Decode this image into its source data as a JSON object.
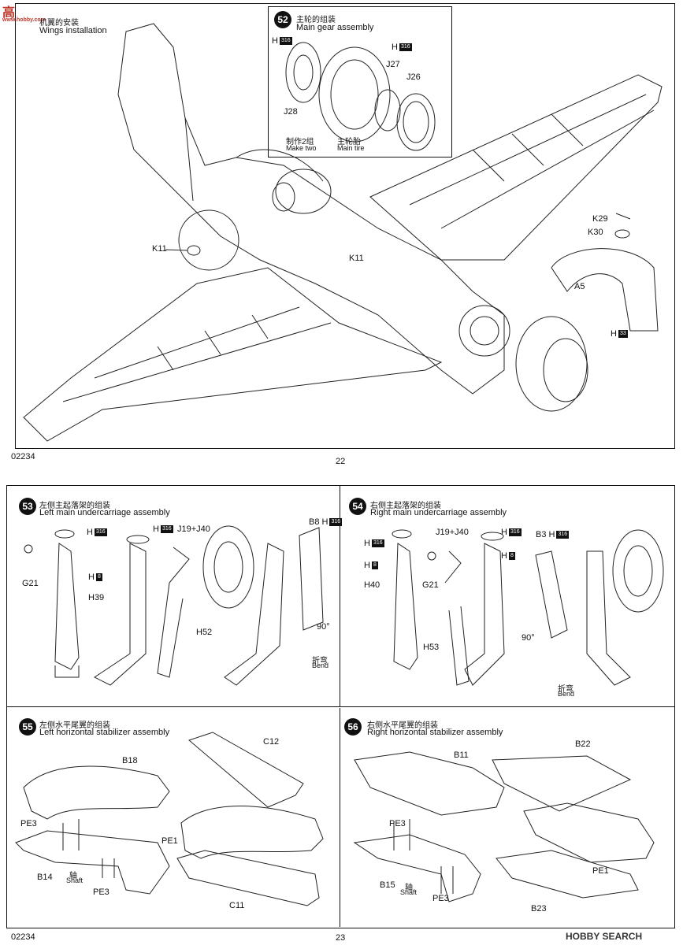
{
  "watermark": {
    "top_left": "高",
    "top_left_site": "www.hobby.com",
    "bottom_right": "HOBBY SEARCH"
  },
  "page22": {
    "code": "02234",
    "page_number": "22",
    "wings_step": {
      "zh": "机翼的安装",
      "en": "Wings installation"
    },
    "main_gear": {
      "num": "52",
      "zh": "主轮的组装",
      "en": "Main gear assembly",
      "labels": {
        "h1": "H",
        "h1tag": "316",
        "h2": "H",
        "h2tag": "316",
        "j27": "J27",
        "j26": "J26",
        "j28": "J28",
        "make_two_zh": "制作2组",
        "make_two_en": "Make two",
        "main_tire_zh": "主轮胎",
        "main_tire_en": "Main tire"
      }
    },
    "labels": {
      "k11a": "K11",
      "k11b": "K11",
      "k29": "K29",
      "k30": "K30",
      "a5": "A5",
      "h": "H",
      "htag": "33"
    }
  },
  "page23": {
    "code": "02234",
    "page_number": "23",
    "step53": {
      "num": "53",
      "zh": "左侧主起落架的组装",
      "en": "Left main undercarriage assembly",
      "labels": {
        "h316a": "H",
        "tag316": "316",
        "h316b": "H",
        "j19": "J19+J40",
        "h8": "H",
        "tag8": "8",
        "b8": "B8",
        "b8h": "H",
        "g21": "G21",
        "h39": "H39",
        "h52": "H52",
        "deg": "90°",
        "bend_zh": "折弯",
        "bend_en": "Bend"
      }
    },
    "step54": {
      "num": "54",
      "zh": "右侧主起落架的组装",
      "en": "Right main undercarriage assembly",
      "labels": {
        "j19": "J19+J40",
        "h316a": "H",
        "tag316": "316",
        "h316b": "H",
        "b3": "B3",
        "b3h": "H",
        "h8a": "H",
        "tag8": "8",
        "h8b": "H",
        "h40": "H40",
        "g21": "G21",
        "h53": "H53",
        "deg": "90°",
        "bend_zh": "折弯",
        "bend_en": "Bend"
      }
    },
    "step55": {
      "num": "55",
      "zh": "左侧水平尾翼的组装",
      "en": "Left horizontal stabilizer assembly",
      "labels": {
        "b18": "B18",
        "c12": "C12",
        "pe3a": "PE3",
        "pe1": "PE1",
        "b14": "B14",
        "shaft_zh": "轴",
        "shaft_en": "Shaft",
        "pe3b": "PE3",
        "c11": "C11"
      }
    },
    "step56": {
      "num": "56",
      "zh": "右侧水平尾翼的组装",
      "en": "Right horizontal stabilizer assembly",
      "labels": {
        "b11": "B11",
        "b22": "B22",
        "pe3a": "PE3",
        "b15": "B15",
        "shaft_zh": "轴",
        "shaft_en": "Shaft",
        "pe3b": "PE3",
        "pe1": "PE1",
        "b23": "B23"
      }
    }
  }
}
